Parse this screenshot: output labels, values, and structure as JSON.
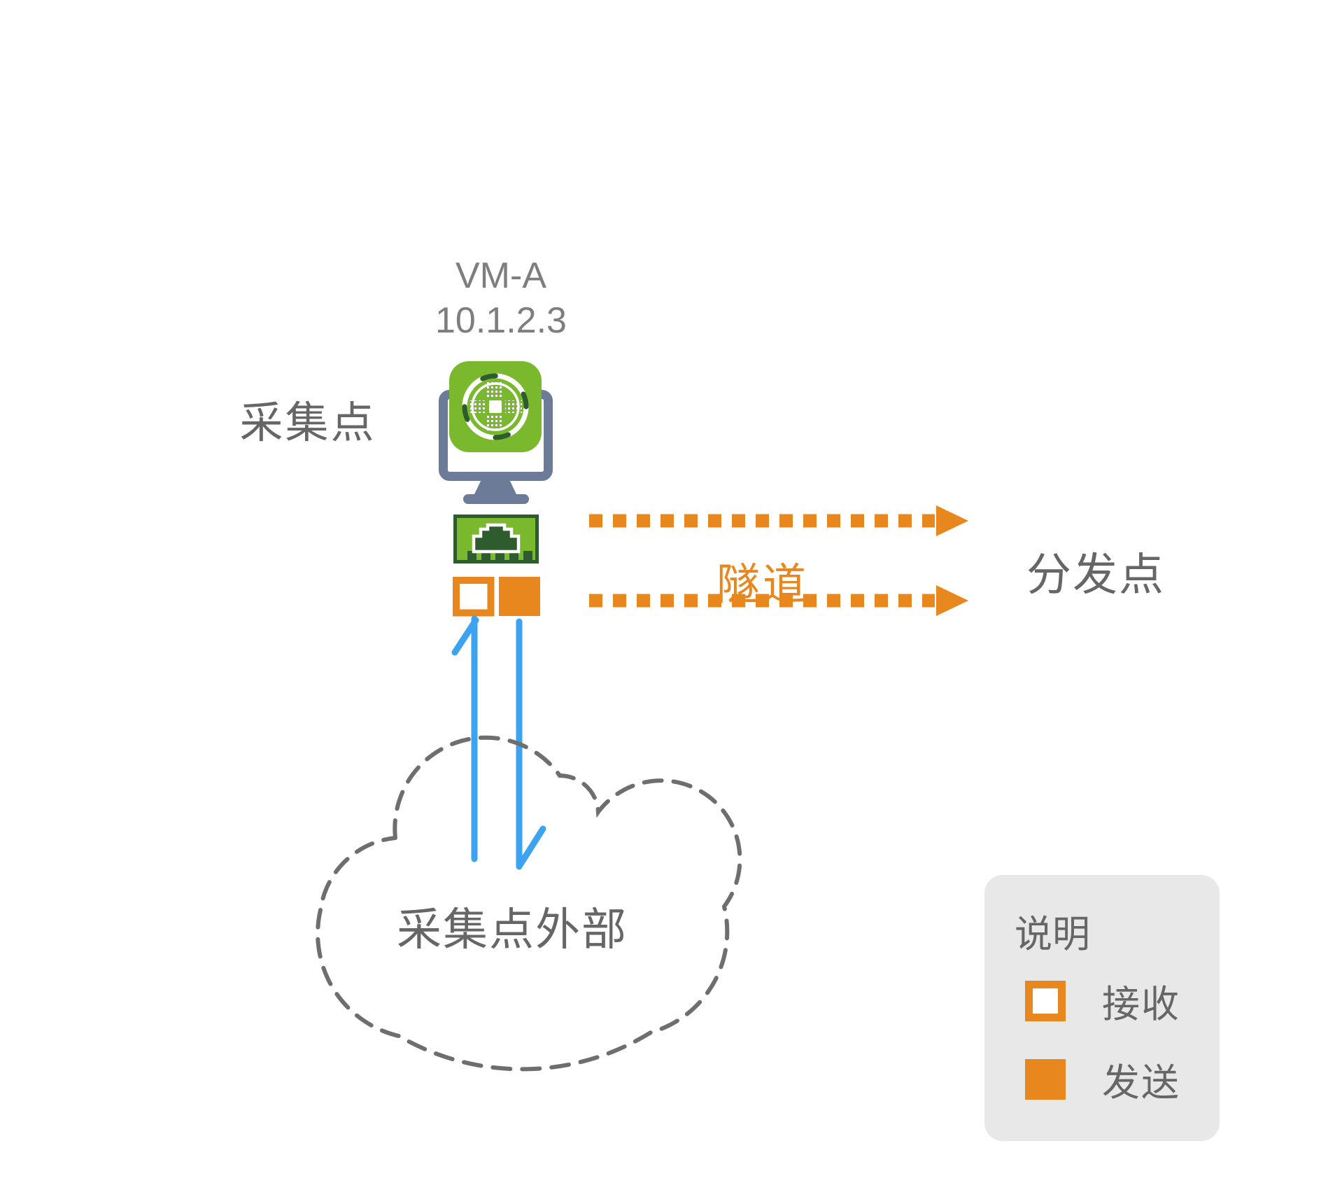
{
  "diagram": {
    "vm": {
      "name": "VM-A",
      "ip": "10.1.2.3"
    },
    "collector_label": "采集点",
    "tunnel_label": "隧道",
    "distributor_label": "分发点",
    "cloud_label": "采集点外部",
    "icons": {
      "vm_host": "monitor-icon",
      "vm_app": "chip-circle-app-icon",
      "nic": "ethernet-port-icon",
      "receive_marker": "outline-square-icon",
      "send_marker": "filled-square-icon",
      "tunnel_arrows": "dashed-right-arrow-icon",
      "inbound_arrow": "up-arrow-icon",
      "outbound_arrow": "down-arrow-icon",
      "external_network": "dashed-cloud-icon"
    }
  },
  "legend": {
    "title": "说明",
    "items": [
      {
        "swatch": "receive-outline-square",
        "label": "接收"
      },
      {
        "swatch": "send-filled-square",
        "label": "发送"
      }
    ]
  },
  "colors": {
    "orange": "#E8871E",
    "blue": "#3BA3EF",
    "green": "#7AB82E",
    "green-dark": "#2E5C2F",
    "slate": "#6C7B97",
    "gray-text": "#666666",
    "gray-light": "#7E7E7E",
    "legend-bg": "#E8E8E8",
    "cloud-gray": "#6E6E6E"
  }
}
